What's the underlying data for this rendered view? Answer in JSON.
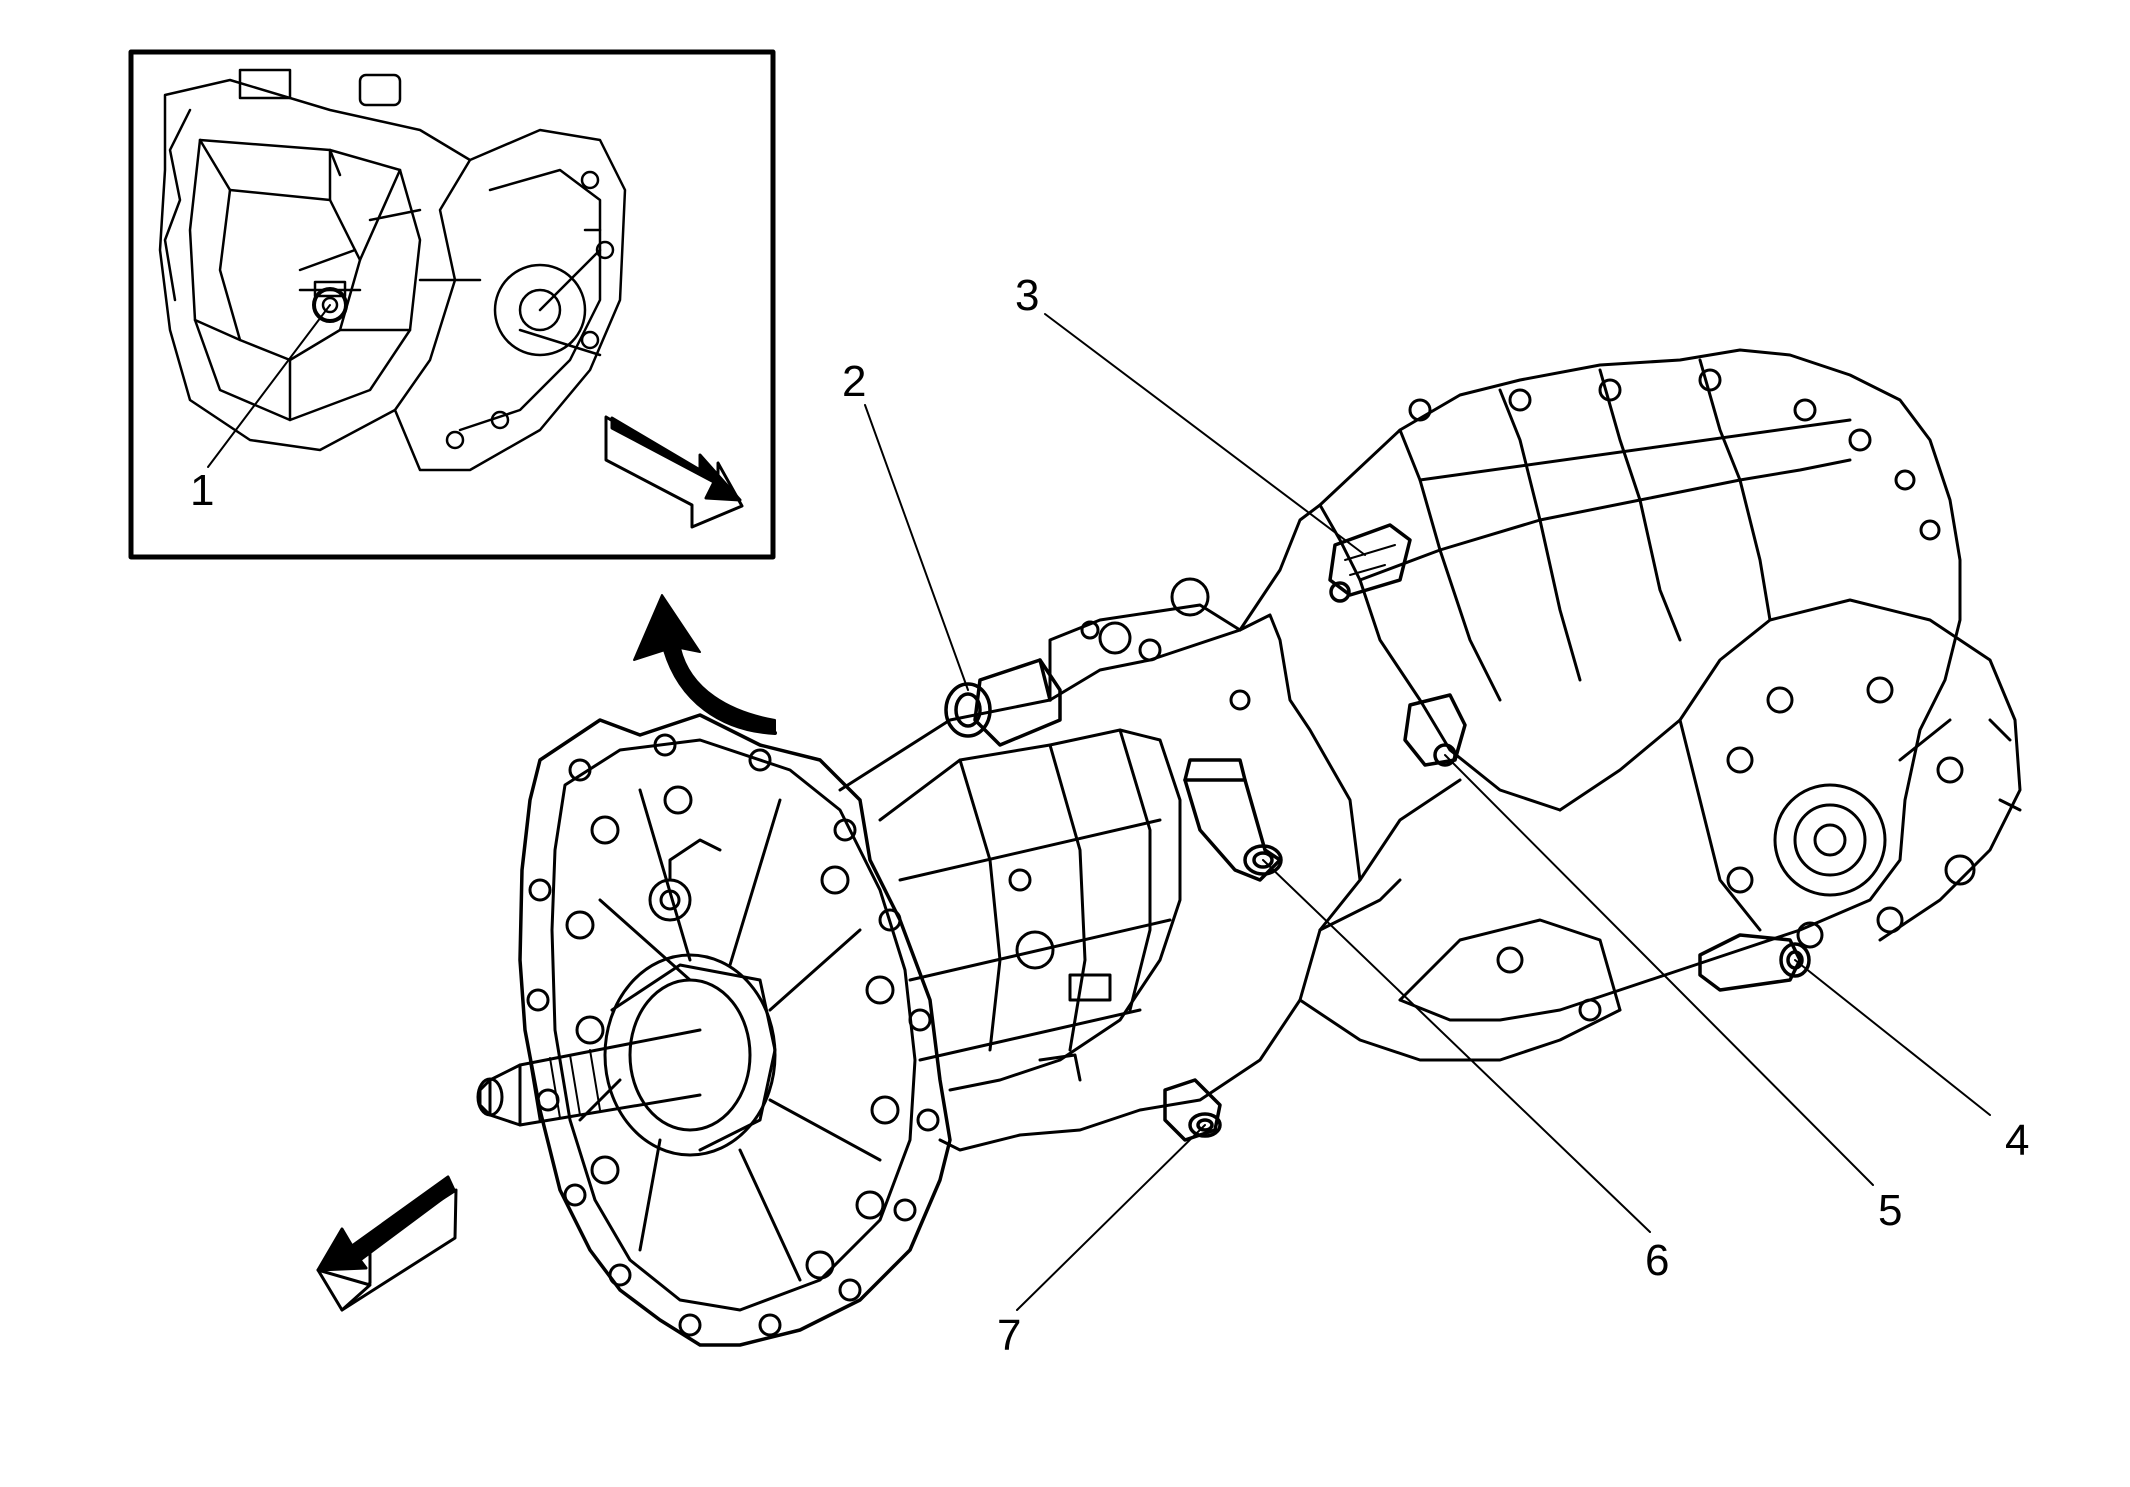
{
  "callouts": [
    "1",
    "2",
    "3",
    "4",
    "5",
    "6",
    "7"
  ],
  "icons": {
    "inset_arrow": "direction-arrow-icon",
    "front_arrow": "direction-arrow-icon",
    "curved_arrow": "curved-arrow-icon"
  },
  "colors": {
    "line": "#000000",
    "background": "#ffffff"
  }
}
